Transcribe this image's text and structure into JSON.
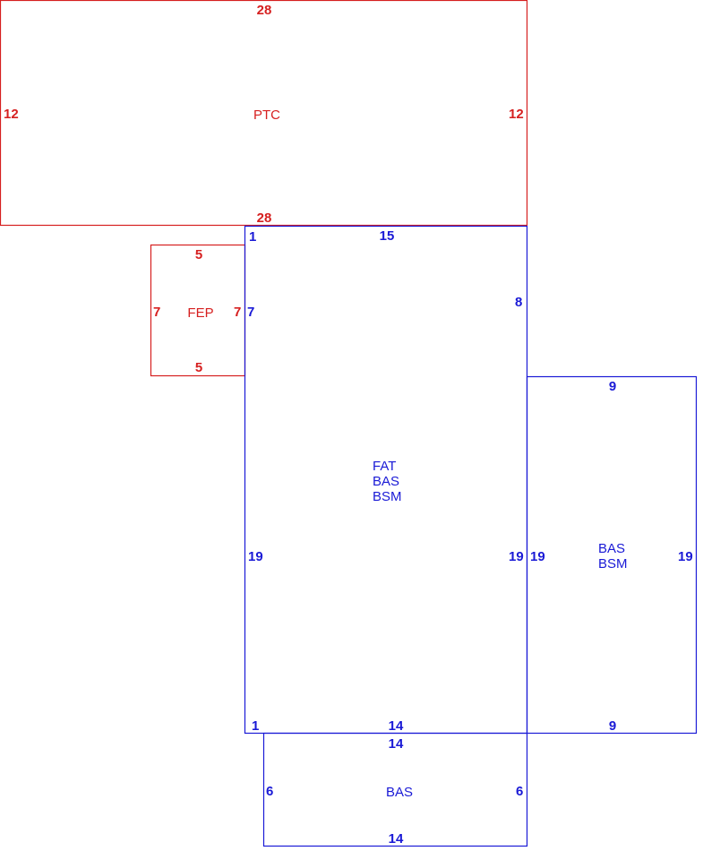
{
  "colors": {
    "red": "#d62020",
    "blue": "#1a1ad6"
  },
  "areas": {
    "ptc": {
      "label": "PTC",
      "dims": {
        "top": "28",
        "left": "12",
        "right": "12",
        "bottom": "28"
      }
    },
    "fep": {
      "label": "FEP",
      "dims": {
        "top": "5",
        "left": "7",
        "right": "7",
        "bottom": "5"
      }
    },
    "main": {
      "label_lines": [
        "FAT",
        "BAS",
        "BSM"
      ],
      "dims": {
        "top_left": "1",
        "top": "15",
        "left_upper": "7",
        "right_upper": "8",
        "left": "19",
        "right": "19",
        "bottom_left": "1",
        "bottom": "14"
      }
    },
    "east": {
      "label_lines": [
        "BAS",
        "BSM"
      ],
      "dims": {
        "top": "9",
        "left": "19",
        "right": "19",
        "bottom": "9"
      }
    },
    "south": {
      "label": "BAS",
      "dims": {
        "top": "14",
        "left": "6",
        "right": "6",
        "bottom": "14"
      }
    }
  }
}
